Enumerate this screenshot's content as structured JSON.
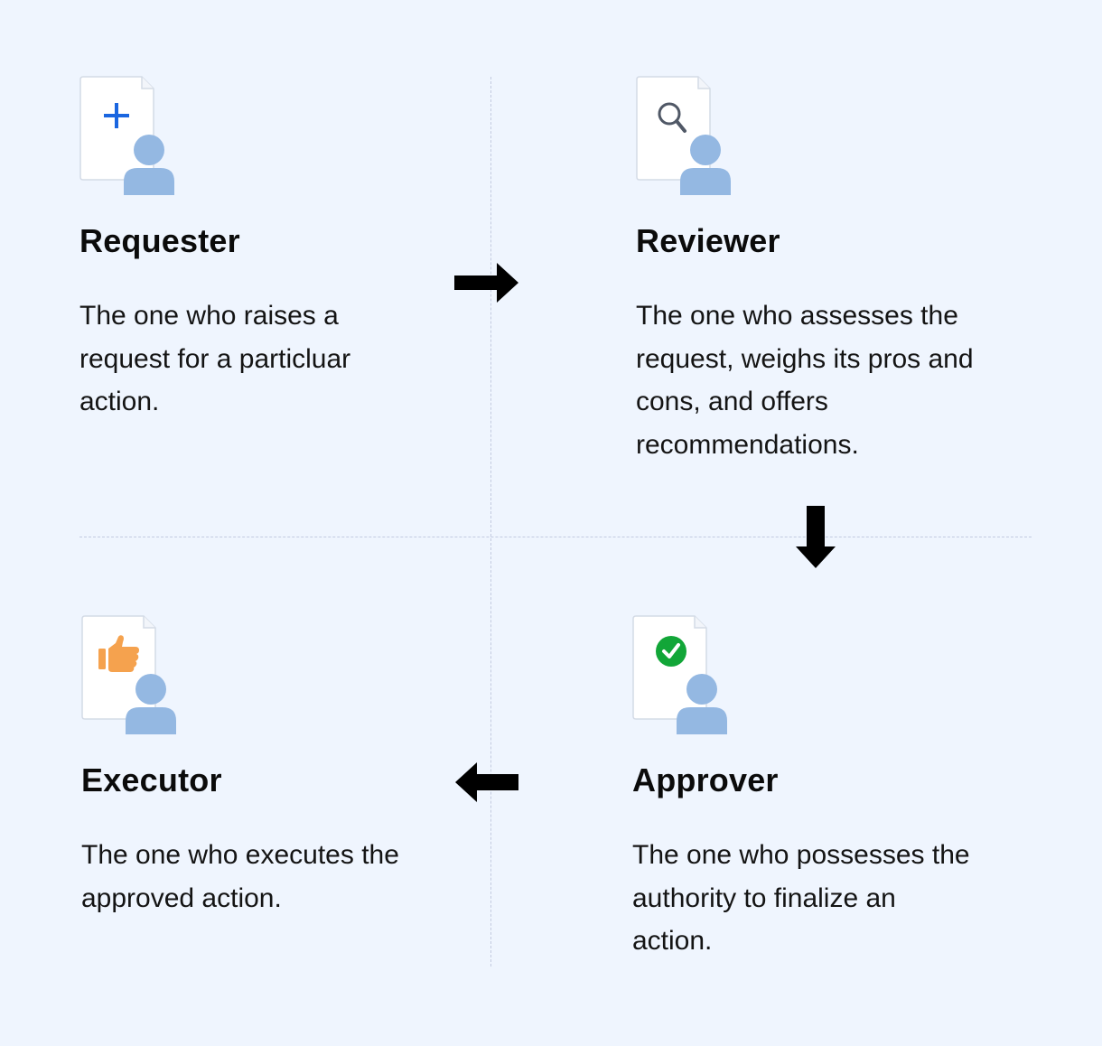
{
  "roles": {
    "requester": {
      "title": "Requester",
      "description": "The one who raises a request for a particluar action.",
      "badge_icon": "plus-icon",
      "badge_color": "#1a66e0"
    },
    "reviewer": {
      "title": "Reviewer",
      "description": "The one who assesses the request, weighs its pros and cons, and offers recommendations.",
      "badge_icon": "magnifier-icon",
      "badge_color": "#505866"
    },
    "approver": {
      "title": "Approver",
      "description": "The one who possesses the authority to finalize an action.",
      "badge_icon": "check-circle-icon",
      "badge_color": "#12a638"
    },
    "executor": {
      "title": "Executor",
      "description": "The one who executes the approved action.",
      "badge_icon": "thumbs-up-icon",
      "badge_color": "#f5a24e"
    }
  },
  "flow": [
    "Requester",
    "Reviewer",
    "Approver",
    "Executor"
  ],
  "colors": {
    "background": "#eff5fe",
    "person": "#94b8e2",
    "document": "#ffffff",
    "document_border": "#d4dbe6",
    "arrow": "#000000",
    "divider": "#c3cbe0"
  }
}
